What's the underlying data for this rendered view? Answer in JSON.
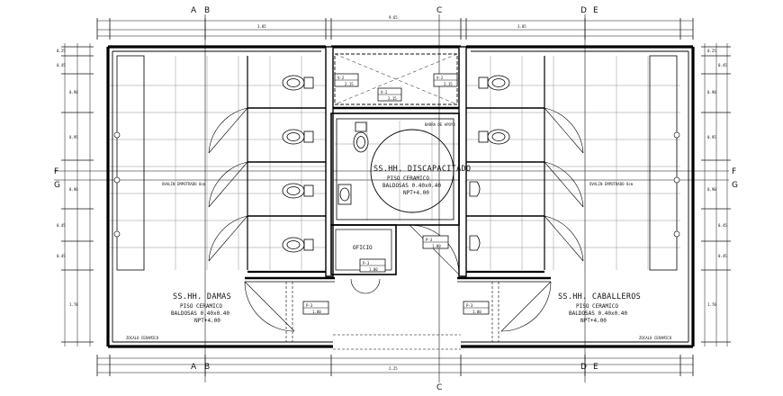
{
  "plan": {
    "rooms": [
      {
        "id": "damas",
        "name": "SS.HH. DAMAS",
        "floor": "PISO CERAMICO",
        "tiles": "BALDOSAS 0.40x0.40",
        "level": "NPT+4.00"
      },
      {
        "id": "discapacitado",
        "name": "SS.HH. DISCAPACITADO",
        "floor": "PISO CERAMICO",
        "tiles": "BALDOSAS 0.40x0.40",
        "level": "NPT+4.00"
      },
      {
        "id": "caballeros",
        "name": "SS.HH. CABALLEROS",
        "floor": "PISO CERAMICO",
        "tiles": "BALDOSAS 0.40x0.40",
        "level": "NPT+4.00"
      },
      {
        "id": "oficio",
        "name": "OFICIO"
      }
    ],
    "axes": {
      "top": [
        "A",
        "B",
        "C",
        "D",
        "E"
      ],
      "sides": [
        "F",
        "G"
      ]
    },
    "door_tags": [
      {
        "code": "V-2",
        "size": "2.15"
      },
      {
        "code": "V-2",
        "size": "2.15"
      },
      {
        "code": "V-2",
        "size": "2.15"
      },
      {
        "code": "P-3",
        "size": "1.00"
      },
      {
        "code": "P-3",
        "size": "1.00"
      },
      {
        "code": "P-3",
        "size": "1.00"
      },
      {
        "code": "P-3",
        "size": "1.00"
      }
    ],
    "dims": {
      "overall": "9.65",
      "top_left": "3.85",
      "top_right": "3.85",
      "bottom_mid": "2.25",
      "left_side": [
        "0.25",
        "0.45",
        "0.90",
        "0.95",
        "0.90",
        "0.45",
        "0.45",
        "1.70"
      ],
      "right_side": [
        "0.25",
        "0.45",
        "0.90",
        "0.95",
        "0.90",
        "0.45",
        "0.45",
        "1.70"
      ]
    },
    "notes": {
      "barra": "BARRA DE APOYO",
      "zocalo_left": "ZOCALO CERAMICO",
      "zocalo_right": "ZOCALO CERAMICO",
      "ovalin_left": "OVALIN EMPOTRADO 8cm",
      "ovalin_right": "OVALIN EMPOTRADO 8cm"
    }
  }
}
